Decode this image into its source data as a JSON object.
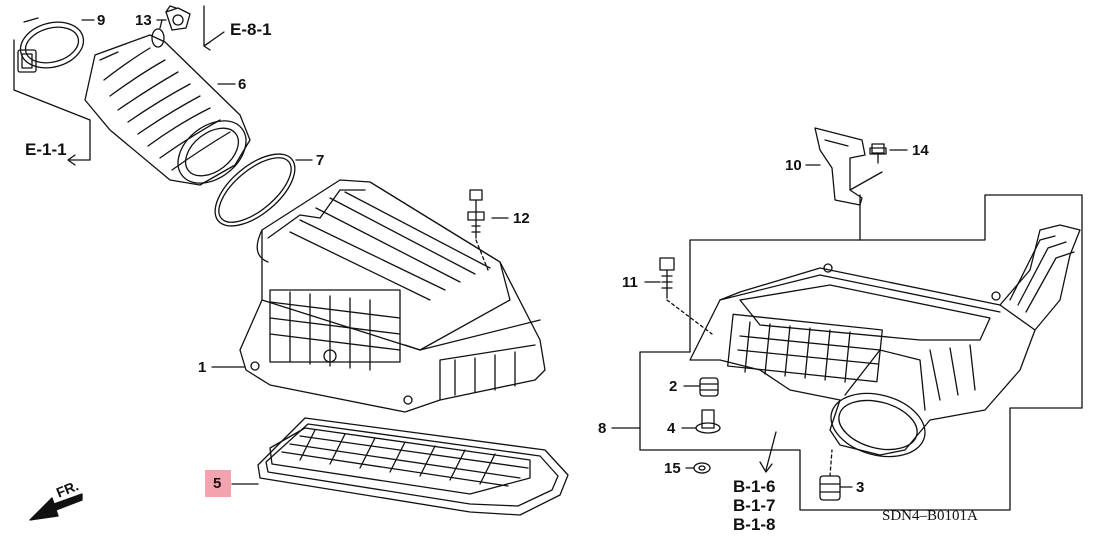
{
  "callouts": {
    "p1": "1",
    "p2": "2",
    "p3": "3",
    "p4": "4",
    "p5": "5",
    "p6": "6",
    "p7": "7",
    "p8": "8",
    "p9": "9",
    "p10": "10",
    "p11": "11",
    "p12": "12",
    "p13": "13",
    "p14": "14",
    "p15": "15"
  },
  "references": {
    "e81": "E-8-1",
    "e11": "E-1-1",
    "b16": "B-1-6",
    "b17": "B-1-7",
    "b18": "B-1-8",
    "front": "FR."
  },
  "diagram_code": "SDN4–B0101A",
  "highlighted_part": "5",
  "colors": {
    "line": "#111111",
    "highlight": "#f2a3ad",
    "background": "#ffffff"
  }
}
